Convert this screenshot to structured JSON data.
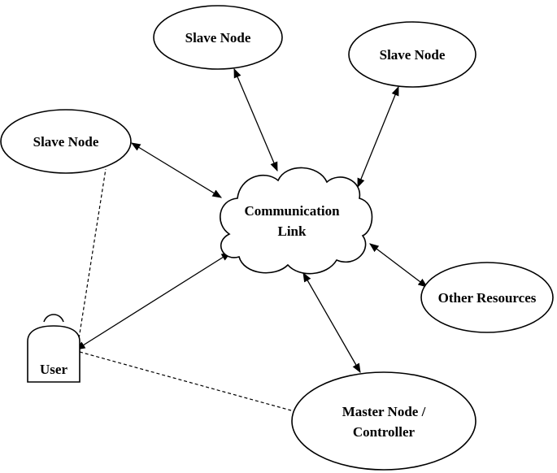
{
  "nodes": {
    "slave_top": {
      "label": "Slave Node"
    },
    "slave_right": {
      "label": "Slave Node"
    },
    "slave_left": {
      "label": "Slave Node"
    },
    "cloud": {
      "line1": "Communication",
      "line2": "Link"
    },
    "other_resources": {
      "label": "Other Resources"
    },
    "master": {
      "line1": "Master Node /",
      "line2": "Controller"
    },
    "user": {
      "label": "User"
    }
  },
  "colors": {
    "stroke": "#000000",
    "fill": "#ffffff"
  }
}
